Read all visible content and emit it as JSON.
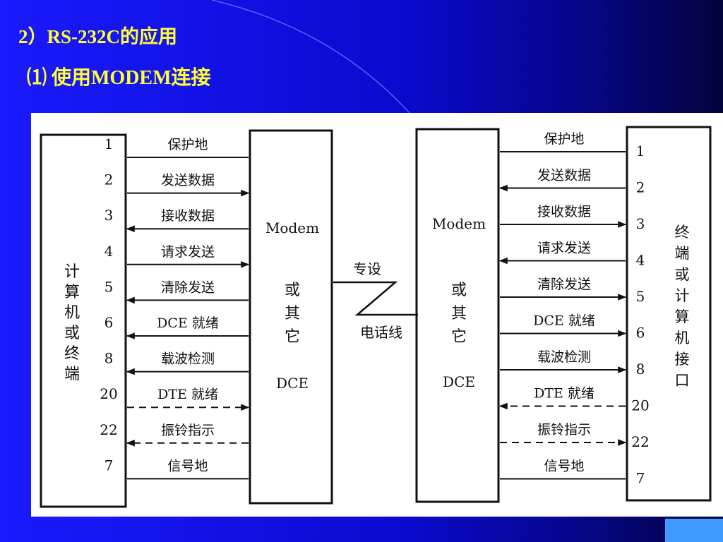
{
  "title": "2）RS-232C的应用",
  "subtitle": "⑴ 使用MODEM连接",
  "left_device": {
    "label": "计算机或终端"
  },
  "left_modem": {
    "line1": "Modem",
    "line2": "或其它",
    "line3": "DCE"
  },
  "right_modem": {
    "line1": "Modem",
    "line2": "或其它",
    "line3": "DCE"
  },
  "right_device": {
    "label": "终端或计算机接口"
  },
  "line": {
    "top": "专设",
    "bottom": "电话线"
  },
  "signals": [
    {
      "name": "保护地",
      "pin": "1",
      "dir_left": "none",
      "dir_right": "none",
      "style": "solid"
    },
    {
      "name": "发送数据",
      "pin": "2",
      "dir_left": "to-dce",
      "dir_right": "to-dte",
      "style": "solid"
    },
    {
      "name": "接收数据",
      "pin": "3",
      "dir_left": "to-dte",
      "dir_right": "to-dce",
      "style": "solid"
    },
    {
      "name": "请求发送",
      "pin": "4",
      "dir_left": "to-dce",
      "dir_right": "to-dte",
      "style": "solid"
    },
    {
      "name": "清除发送",
      "pin": "5",
      "dir_left": "to-dte",
      "dir_right": "to-dce",
      "style": "solid"
    },
    {
      "name": "DCE 就绪",
      "pin": "6",
      "dir_left": "to-dte",
      "dir_right": "to-dce",
      "style": "solid"
    },
    {
      "name": "载波检测",
      "pin": "8",
      "dir_left": "to-dte",
      "dir_right": "to-dce",
      "style": "solid"
    },
    {
      "name": "DTE 就绪",
      "pin": "20",
      "dir_left": "to-dce",
      "dir_right": "to-dte",
      "style": "dashed"
    },
    {
      "name": "振铃指示",
      "pin": "22",
      "dir_left": "to-dte",
      "dir_right": "to-dce",
      "style": "dashed"
    },
    {
      "name": "信号地",
      "pin": "7",
      "dir_left": "none",
      "dir_right": "none",
      "style": "solid"
    }
  ]
}
